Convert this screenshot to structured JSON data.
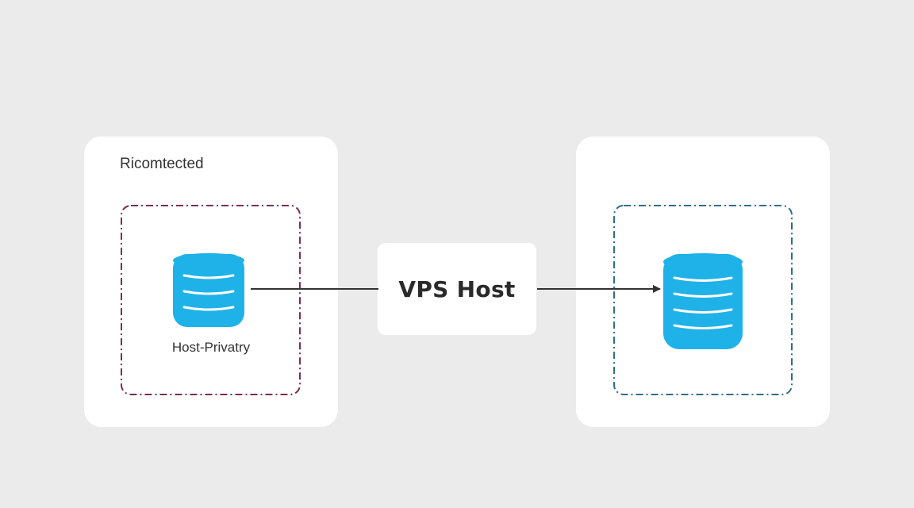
{
  "diagram": {
    "left_panel": {
      "title": "Ricomtected",
      "node_label": "Host-Privatry",
      "border_color": "#7b2d55"
    },
    "center_node": {
      "label": "VPS Host"
    },
    "right_panel": {
      "border_color": "#2f6f86"
    },
    "database_color": "#1fb2e8",
    "connector_color": "#333333",
    "icons": [
      "database-icon",
      "arrow-icon"
    ]
  }
}
